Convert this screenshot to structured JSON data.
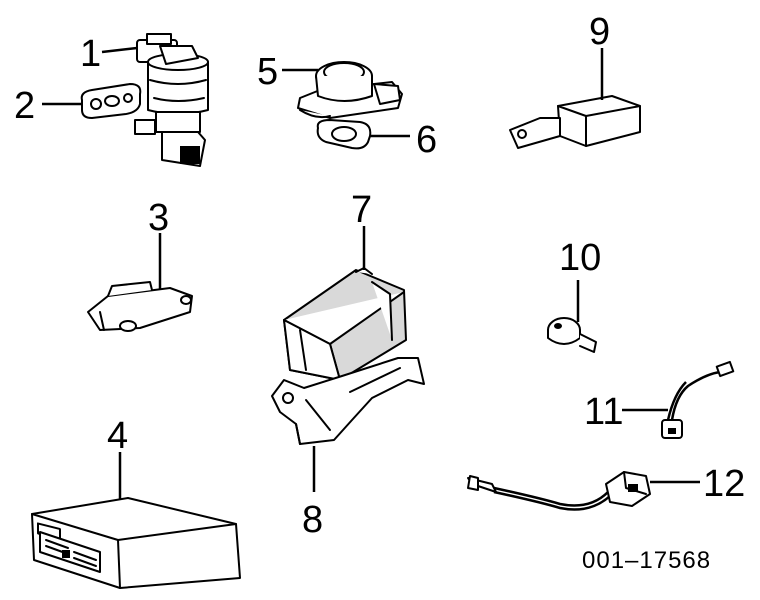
{
  "callouts": {
    "c1": "1",
    "c2": "2",
    "c3": "3",
    "c4": "4",
    "c5": "5",
    "c6": "6",
    "c7": "7",
    "c8": "8",
    "c9": "9",
    "c10": "10",
    "c11": "11",
    "c12": "12"
  },
  "reference_number": "001–17568"
}
